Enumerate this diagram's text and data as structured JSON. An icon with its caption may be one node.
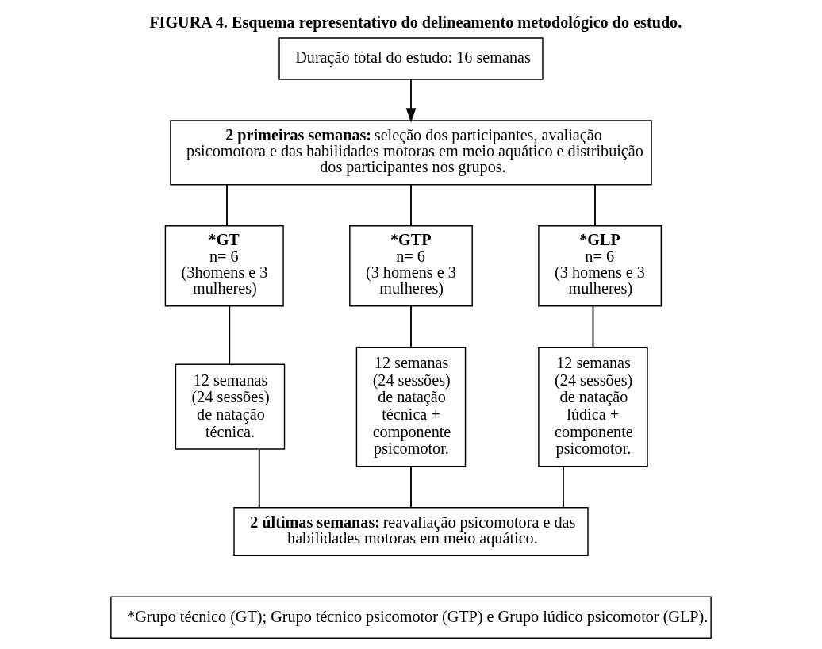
{
  "diagram": {
    "title": "FIGURA 4. Esquema representativo do delineamento metodológico do estudo.",
    "nodes": [
      {
        "text": [
          "Duração total do estudo: 16 semanas"
        ]
      },
      {
        "text": [
          "**2 primeiras semanas:** seleção dos participantes, avaliação psicomotora e das habilidades motoras em meio aquático e distribuição dos participantes nos grupos."
        ]
      },
      {
        "text": [
          "*GT",
          "n= 6",
          "(3homens e 3 mulheres)"
        ]
      },
      {
        "text": [
          "*GTP",
          "n= 6",
          "(3 homens e 3 mulheres)"
        ]
      },
      {
        "text": [
          "*GLP",
          "n= 6",
          "(3 homens e 3 mulheres)"
        ]
      },
      {
        "text": [
          "12 semanas (24 sessões) de natação técnica."
        ]
      },
      {
        "text": [
          "12 semanas (24 sessões) de natação técnica + componente psicomotor."
        ]
      },
      {
        "text": [
          "12 semanas (24 sessões) de natação lúdica + componente psicomotor."
        ]
      },
      {
        "text": [
          "**2 últimas semanas:** reavaliação psicomotora e das habilidades motoras em meio aquático."
        ]
      },
      {
        "text": [
          "*Grupo técnico (GT); Grupo técnico psicomotor (GTP) e Grupo lúdico psicomotor (GLP)."
        ]
      }
    ],
    "edges": [
      {
        "from": 0,
        "to": 1,
        "arrow": "to"
      },
      {
        "from": 1,
        "to": 2,
        "arrow": "none"
      },
      {
        "from": 1,
        "to": 3,
        "arrow": "none"
      },
      {
        "from": 1,
        "to": 4,
        "arrow": "none"
      },
      {
        "from": 2,
        "to": 5,
        "arrow": "none"
      },
      {
        "from": 3,
        "to": 6,
        "arrow": "none"
      },
      {
        "from": 4,
        "to": 7,
        "arrow": "none"
      },
      {
        "from": 5,
        "to": 8,
        "arrow": "none"
      },
      {
        "from": 6,
        "to": 8,
        "arrow": "none"
      },
      {
        "from": 7,
        "to": 8,
        "arrow": "none"
      }
    ]
  }
}
